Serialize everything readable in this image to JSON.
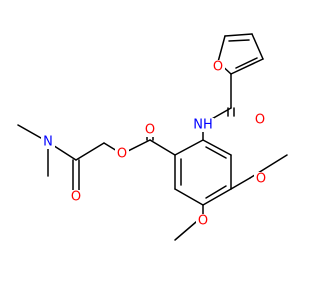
{
  "colors": {
    "background": "#ffffff",
    "bond": "#000000",
    "oxygen": "#ff0000",
    "nitrogen": "#0000ff"
  },
  "atom_labels": {
    "o_carbonyl_amide": "O",
    "n_dimethyl": "N",
    "o_ester_link": "O",
    "o_carbonyl_ester": "O",
    "nh": "NH",
    "o_furan_ring": "O",
    "o_carbonyl_furoyl": "O",
    "o_methoxy_4": "O",
    "o_methoxy_5": "O"
  }
}
